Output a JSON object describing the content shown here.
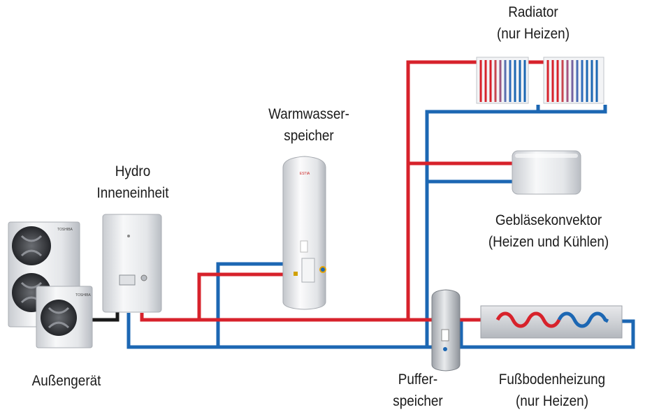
{
  "colors": {
    "hot_pipe": "#d7222b",
    "cold_pipe": "#1c67b3",
    "link_cable": "#1a1a1a",
    "unit_body": "#e9eaec",
    "tank_body": "#eceef0"
  },
  "labels": {
    "radiator": [
      "Radiator",
      "(nur Heizen)"
    ],
    "warmwasser": [
      "Warmwasser-",
      "speicher"
    ],
    "hydro": [
      "Hydro",
      "Inneneinheit"
    ],
    "geblaese": [
      "Gebläsekonvektor",
      "(Heizen und Kühlen)"
    ],
    "aussen": [
      "Außengerät"
    ],
    "puffer": [
      "Puffer-",
      "speicher"
    ],
    "fussboden": [
      "Fußbodenheizung",
      "(nur Heizen)"
    ]
  },
  "unit_badges": {
    "outdoor_top": "TOSHIBA",
    "outdoor_front": "TOSHIBA",
    "tank_logo": "ESTIA"
  }
}
